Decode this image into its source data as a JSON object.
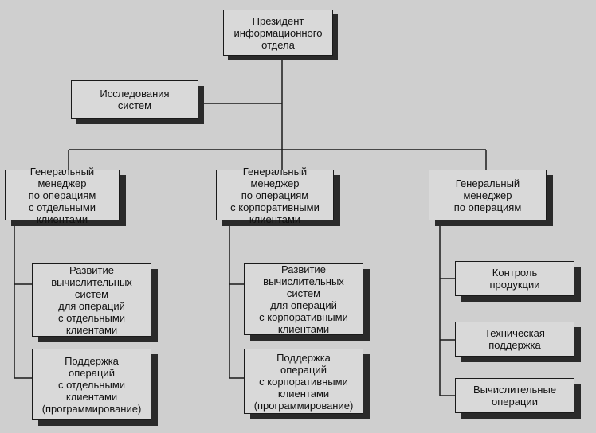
{
  "nodes": {
    "president": "Президент\nинформационного\nотдела",
    "research": "Исследования\nсистем",
    "gm_individual": "Генеральный\nменеджер\nпо операциям\nс отдельными\nклиентами",
    "gm_corporate": "Генеральный\nменеджер\nпо операциям\nс корпоративными\nклиентами",
    "gm_operations": "Генеральный\nменеджер\nпо операциям",
    "dev_individual": "Развитие\nвычислительных\nсистем\nдля операций\nс отдельными\nклиентами",
    "dev_corporate": "Развитие\nвычислительных\nсистем\nдля операций\nс корпоративными\nклиентами",
    "support_individual": "Поддержка\nопераций\nс отдельными\nклиентами\n(программирование)",
    "support_corporate": "Поддержка\nопераций\nс корпоративными\nклиентами\n(программирование)",
    "product_control": "Контроль\nпродукции",
    "tech_support": "Техническая\nподдержка",
    "computing_ops": "Вычислительные\nоперации"
  }
}
